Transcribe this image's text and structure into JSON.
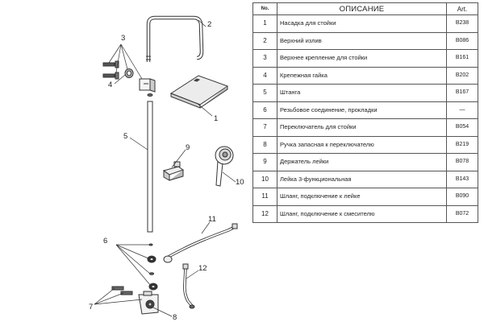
{
  "table": {
    "headers": {
      "no": "No.",
      "description": "ОПИСАНИЕ",
      "art": "Art."
    },
    "rows": [
      {
        "no": "1",
        "description": "Насадка для стойки",
        "art": "B238"
      },
      {
        "no": "2",
        "description": "Верхний излив",
        "art": "B086"
      },
      {
        "no": "3",
        "description": "Верхнее крепление для стойки",
        "art": "B161"
      },
      {
        "no": "4",
        "description": "Крепежная гайка",
        "art": "B202"
      },
      {
        "no": "5",
        "description": "Штанга",
        "art": "B167"
      },
      {
        "no": "6",
        "description": "Резьбовое соединение, прокладки",
        "art": "—"
      },
      {
        "no": "7",
        "description": "Переключатель для стойки",
        "art": "B054"
      },
      {
        "no": "8",
        "description": "Ручка запасная к переключателю",
        "art": "B219"
      },
      {
        "no": "9",
        "description": "Держатель лейки",
        "art": "B078"
      },
      {
        "no": "10",
        "description": "Лейка 3-функциональная",
        "art": "B143"
      },
      {
        "no": "11",
        "description": "Шланг, подключение к лейке",
        "art": "B090"
      },
      {
        "no": "12",
        "description": "Шланг, подключение к смесителю",
        "art": "B072"
      }
    ]
  },
  "callouts": {
    "c1": "1",
    "c2": "2",
    "c3": "3",
    "c4": "4",
    "c5": "5",
    "c6": "6",
    "c7": "7",
    "c8": "8",
    "c9": "9",
    "c10": "10",
    "c11": "11",
    "c12": "12"
  }
}
